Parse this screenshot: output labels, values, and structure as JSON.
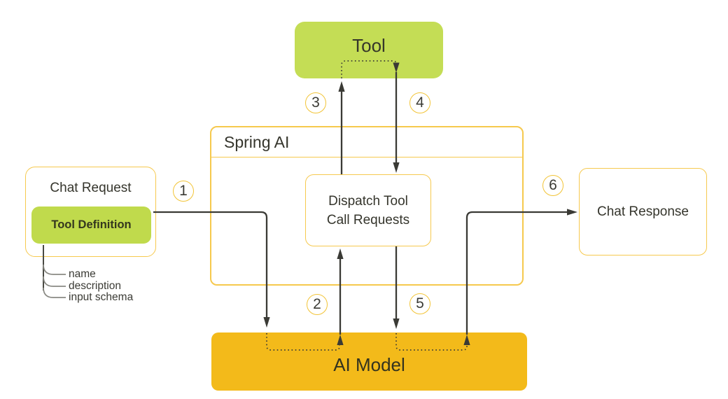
{
  "nodes": {
    "tool": {
      "label": "Tool"
    },
    "spring_ai": {
      "label": "Spring AI"
    },
    "dispatch": {
      "label_line1": "Dispatch Tool",
      "label_line2": "Call Requests"
    },
    "chat_request": {
      "label": "Chat Request"
    },
    "tool_definition": {
      "label": "Tool Definition",
      "attributes": [
        "name",
        "description",
        "input schema"
      ]
    },
    "chat_response": {
      "label": "Chat Response"
    },
    "ai_model": {
      "label": "AI Model"
    }
  },
  "steps": [
    {
      "number": "1"
    },
    {
      "number": "2"
    },
    {
      "number": "3"
    },
    {
      "number": "4"
    },
    {
      "number": "5"
    },
    {
      "number": "6"
    }
  ],
  "colors": {
    "lime_green": "#c4dd55",
    "amber": "#f3ba1a",
    "yellow_border": "#f6c94e",
    "line": "#3a3a35"
  }
}
